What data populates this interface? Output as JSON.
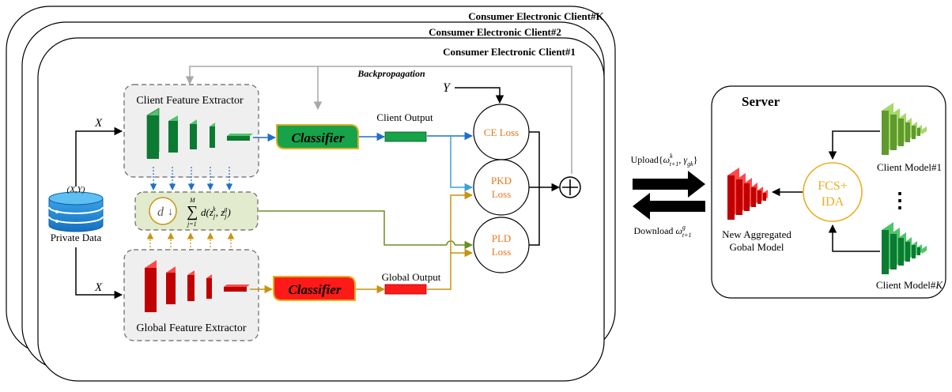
{
  "clients": {
    "k_title": "Consumer Electronic Client#K",
    "c2_title": "Consumer Electronic Client#2",
    "c1_title": "Consumer Electronic Client#1"
  },
  "labels": {
    "backprop": "Backpropagation",
    "y": "Y",
    "x_top": "X",
    "x_bottom": "X",
    "xy": "(X,Y)",
    "private_data": "Private Data",
    "client_fe": "Client  Feature Extractor",
    "global_fe": "Global  Feature Extractor",
    "classifier_top": "Classifier",
    "classifier_bottom": "Classifier",
    "client_output": "Client Output",
    "global_output": "Global  Output",
    "ce_loss": "CE  Loss",
    "pkd_1": "PKD",
    "pkd_2": "Loss",
    "pld_1": "PLD",
    "pld_2": "Loss",
    "distance_d": "d",
    "arrow_down": "↓",
    "sum_symbol": "∑",
    "sum_upper": "M",
    "sum_lower": "j=1",
    "sum_expr": "d(z",
    "sum_expr_a": "j",
    "sum_expr_a_sup": "k",
    "sum_expr_mid": ", z",
    "sum_expr_b": "j",
    "sum_expr_b_sup": "g",
    "sum_expr_end": ")",
    "plus": "+"
  },
  "server": {
    "title": "Server",
    "fcs_1": "FCS+",
    "fcs_2": "IDA",
    "client_model_1": "Client Model#1",
    "client_model_k": "Client Model#",
    "client_model_k_italic": "K",
    "aggregated_1": "New Aggregated",
    "aggregated_2": "Gobal Model",
    "dots": "⋮"
  },
  "transfer": {
    "upload_prefix": "Upload{",
    "upload_w": "ω",
    "upload_w_sup": "k",
    "upload_w_sub": "t+1",
    "upload_sep": ", ",
    "upload_g": "γ",
    "upload_g_sub": "gk",
    "upload_end": "}",
    "download_prefix": "Download ",
    "download_w": "ω",
    "download_w_sup": "g",
    "download_w_sub": "t+1"
  },
  "colors": {
    "green_dark": "#0b7a33",
    "green_light": "#4fc46a",
    "red_dark": "#b80000",
    "red_light": "#ff3b3b",
    "orange_text": "#e8771e",
    "blue_line": "#1f6fc8",
    "gold_line": "#c8940e",
    "olive_line": "#6b8e23",
    "light_blue_line": "#3aa3d6",
    "gray_line": "#a8a8a8"
  }
}
